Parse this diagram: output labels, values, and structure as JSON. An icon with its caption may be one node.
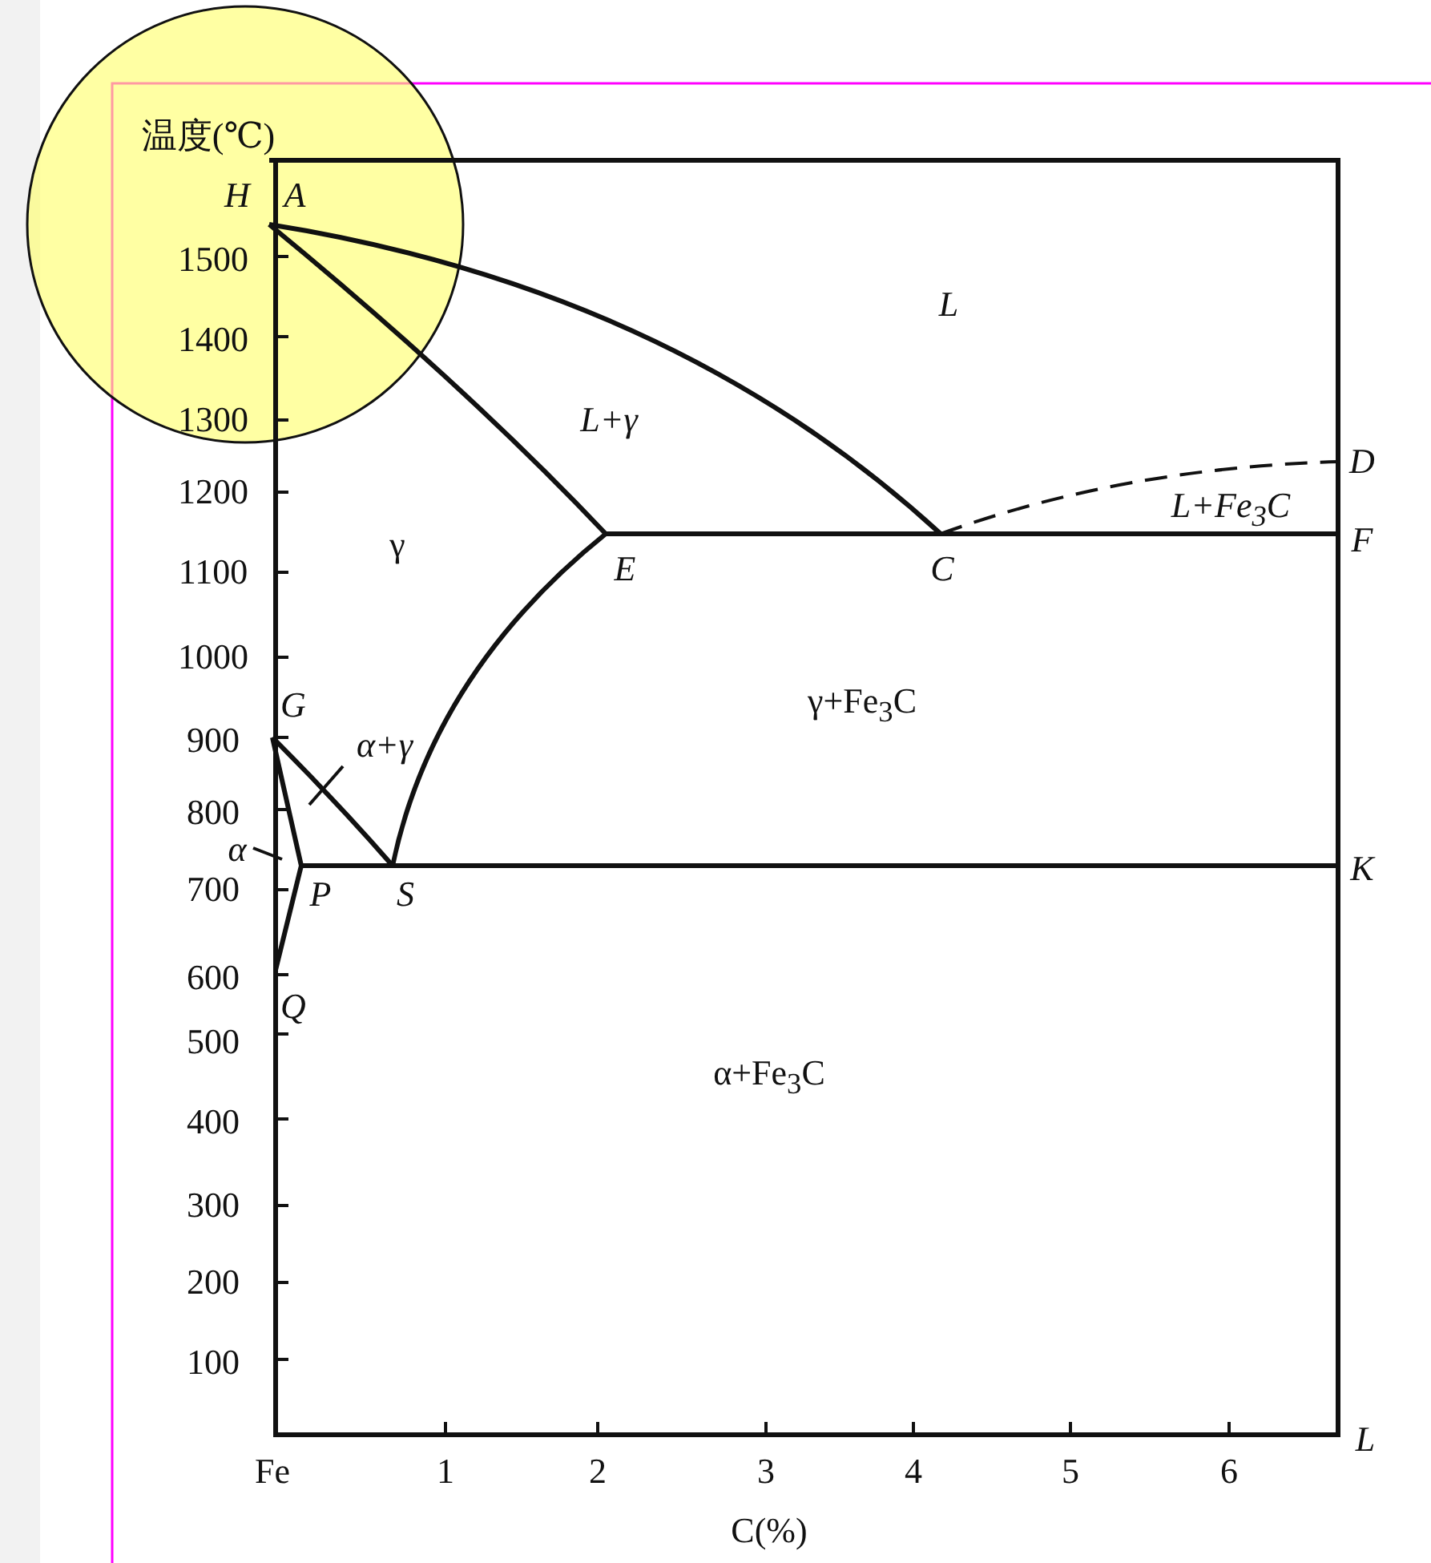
{
  "diagram": {
    "nodes": [
      {
        "text": [
          "α+γ"
        ]
      },
      {
        "text": [
          "α"
        ]
      }
    ],
    "edges": [
      {
        "from": 0,
        "to": null,
        "arrow": "none"
      },
      {
        "from": 1,
        "to": null,
        "arrow": "none"
      }
    ],
    "labels": [
      "温度(℃)",
      "H",
      "A",
      "1500",
      "L",
      "1400",
      "1300",
      "L+γ",
      "1200",
      "D",
      "L+Fe$_{3}$C",
      "1100",
      "γ",
      "E",
      "C",
      "F",
      "1000",
      "G",
      "γ+Fe$_{3}$C",
      "900",
      "800",
      "700",
      "P",
      "S",
      "K",
      "600",
      "Q",
      "500",
      "α+Fe$_{3}$C",
      "400",
      "300",
      "200",
      "100",
      "L",
      "Fe",
      "1",
      "2",
      "3",
      "4",
      "5",
      "6",
      "C(%)"
    ]
  }
}
